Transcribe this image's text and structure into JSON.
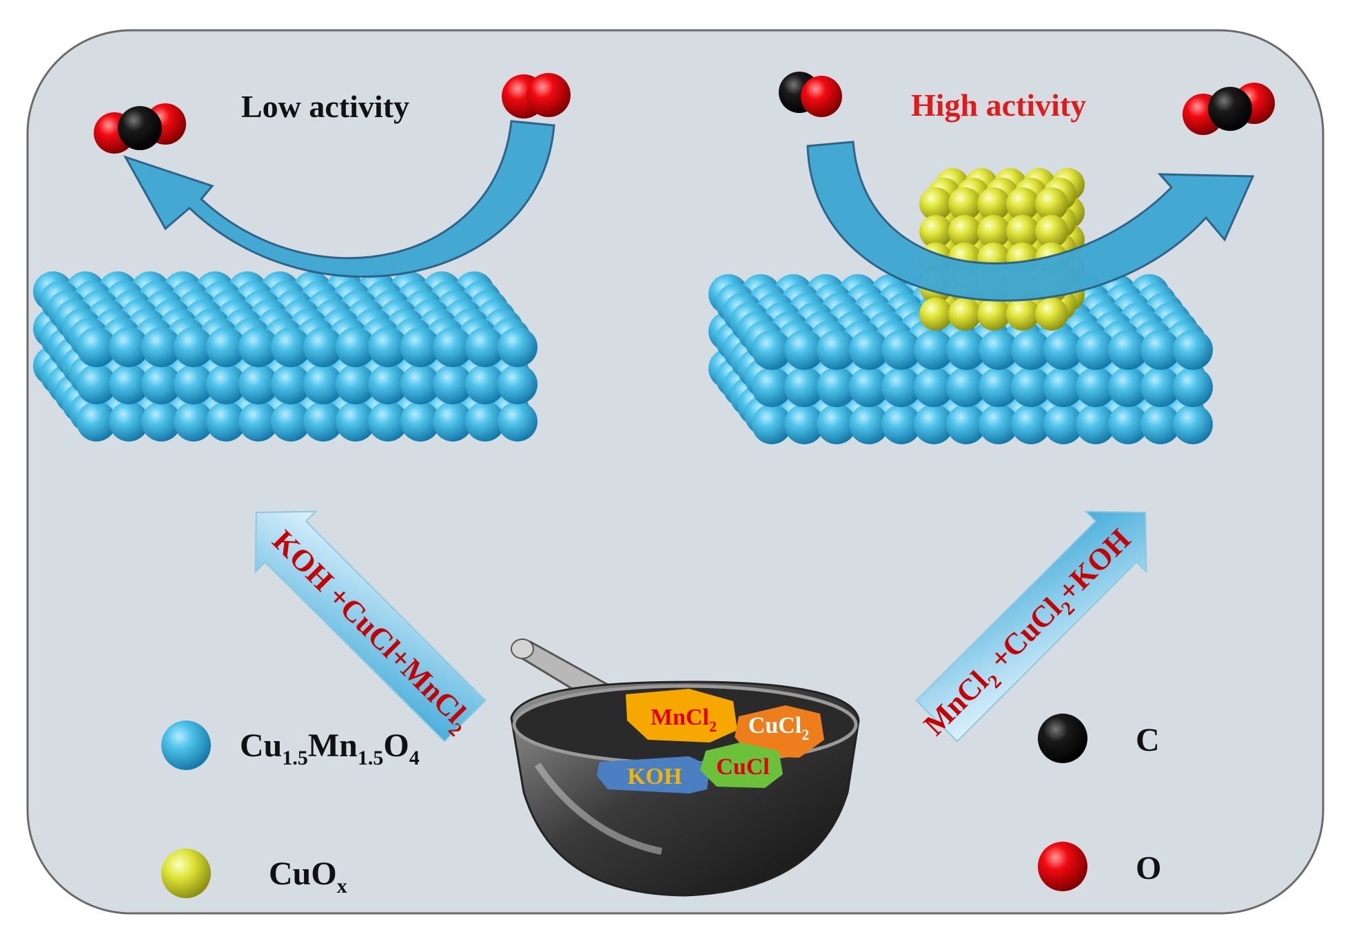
{
  "labels": {
    "low_activity": "Low activity",
    "high_activity": "High activity"
  },
  "arrows": {
    "left_route": {
      "parts": [
        "KOH",
        " +CuCl+MnCl",
        "2"
      ]
    },
    "right_route": {
      "parts": [
        "MnCl",
        "2",
        "  +CuCl",
        "2",
        "+KOH"
      ]
    }
  },
  "mortar": {
    "chips": [
      {
        "id": "mncl2",
        "base": "MnCl",
        "sub": "2",
        "fill": "#f7a800",
        "text_color": "#e00000"
      },
      {
        "id": "cucl2",
        "base": "CuCl",
        "sub": "2",
        "fill": "#ee7d1c",
        "text_color": "#ffffff"
      },
      {
        "id": "koh",
        "base": "KOH",
        "sub": "",
        "fill": "#4a7fc2",
        "text_color": "#f5b400"
      },
      {
        "id": "cucl",
        "base": "CuCl",
        "sub": "",
        "fill": "#6cc13a",
        "text_color": "#e00000"
      }
    ]
  },
  "legend": {
    "cu15mn15o4": {
      "parts": [
        "Cu",
        "1.5",
        "Mn",
        "1.5",
        "O",
        "4"
      ]
    },
    "cuox": {
      "parts": [
        "CuO",
        "x"
      ]
    },
    "carbon": {
      "label": "C"
    },
    "oxygen": {
      "label": "O"
    }
  },
  "colors": {
    "panel_background": "#d6dde2",
    "support_sphere": "#3fb4dc",
    "cuox_sphere": "#d8dd2e",
    "carbon_atom": "#111111",
    "oxygen_atom": "#e8000b",
    "high_activity_text": "#e01b1b",
    "reaction_arrow": "#41a9d4",
    "formula_text": "#c80000"
  }
}
